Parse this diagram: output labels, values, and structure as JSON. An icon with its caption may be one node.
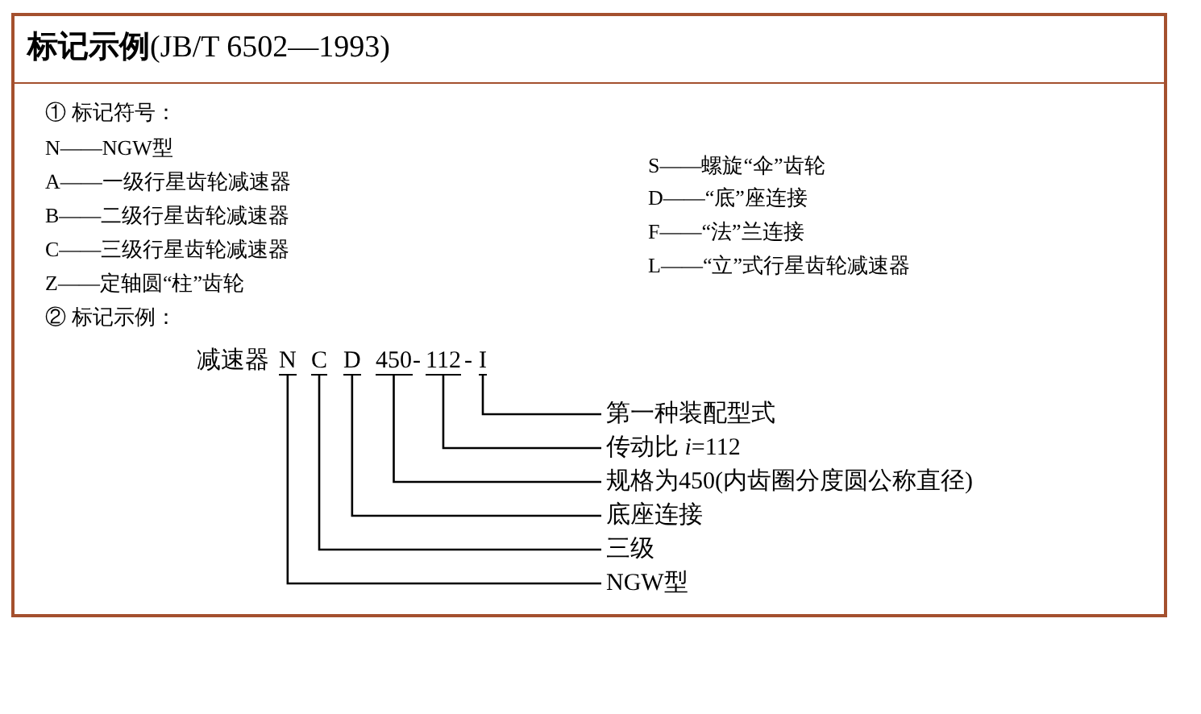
{
  "diagram": {
    "title": "**标记示例**(JB/T 6502—1993)",
    "nodes": [
      {
        "text": [
          "N"
        ]
      },
      {
        "text": [
          "C"
        ]
      },
      {
        "text": [
          "D"
        ]
      },
      {
        "text": [
          "450"
        ]
      },
      {
        "text": [
          "112"
        ]
      },
      {
        "text": [
          "I"
        ]
      },
      {
        "text": [
          "第一种装配型式"
        ]
      },
      {
        "text": [
          "传动比 *i*=112"
        ]
      },
      {
        "text": [
          "规格为450(内齿圈分度圆公称直径)"
        ]
      },
      {
        "text": [
          "底座连接"
        ]
      },
      {
        "text": [
          "三级"
        ]
      },
      {
        "text": [
          "NGW型"
        ]
      }
    ],
    "edges": [
      {
        "from": 5,
        "to": 6,
        "arrow": "none"
      },
      {
        "from": 4,
        "to": 7,
        "arrow": "none"
      },
      {
        "from": 3,
        "to": 8,
        "arrow": "none"
      },
      {
        "from": 2,
        "to": 9,
        "arrow": "none"
      },
      {
        "from": 1,
        "to": 10,
        "arrow": "none"
      },
      {
        "from": 0,
        "to": 11,
        "arrow": "none"
      }
    ],
    "labels": [
      "① 标记符号：",
      "N——NGW型",
      "A——一级行星齿轮减速器",
      "B——二级行星齿轮减速器",
      "C——三级行星齿轮减速器",
      "Z——定轴圆“柱”齿轮",
      "S——螺旋“伞”齿轮",
      "D——“底”座连接",
      "F——“法”兰连接",
      "L——“立”式行星齿轮减速器",
      "② 标记示例：",
      "减速器",
      "-",
      "-"
    ]
  }
}
